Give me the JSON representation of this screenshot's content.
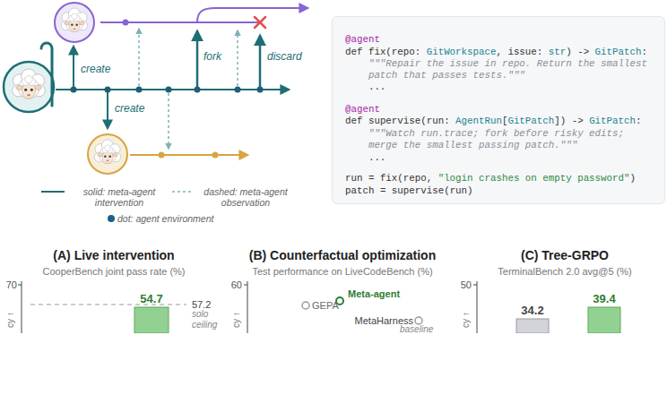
{
  "diagram": {
    "nodes": [
      {
        "text": [
          "@agent",
          "def fix(repo:",
          "GitWorkspace",
          ", issue:",
          "str",
          ") ->",
          "GitPatch",
          ":",
          "\"\"\"Repair the issue in repo. Return the smallest",
          "patch that passes tests.\"\"\"",
          "...",
          "@agent",
          "def supervise(run:",
          "AgentRun",
          "[",
          "GitPatch",
          "]) ->",
          "GitPatch",
          ":",
          "\"\"\"Watch run.trace; fork before risky edits;",
          "merge the smallest passing patch.\"\"\"",
          "...",
          "run = fix(repo,",
          "\"login crashes on empty password\"",
          ")",
          "patch = supervise(run)"
        ]
      }
    ],
    "labels": [
      "create",
      "create",
      "fork",
      "discard",
      "(A) Live intervention",
      "CooperBench joint pass rate (%)",
      "70",
      "cy ↑",
      "54.7",
      "57.2",
      "solo ceiling",
      "(B) Counterfactual optimization",
      "Test performance on LiveCodeBench (%)",
      "60",
      "cy ↑",
      "GEPA",
      "Meta-agent",
      "MetaHarness",
      "baseline",
      "(C) Tree-GRPO",
      "TerminalBench 2.0 avg@5 (%)",
      "50",
      "cy ↑",
      "34.2",
      "39.4"
    ],
    "legend": [
      {
        "text": "solid: meta-agent intervention"
      },
      {
        "text": "dashed: meta-agent observation"
      },
      {
        "text": "dot: agent environment"
      }
    ]
  }
}
